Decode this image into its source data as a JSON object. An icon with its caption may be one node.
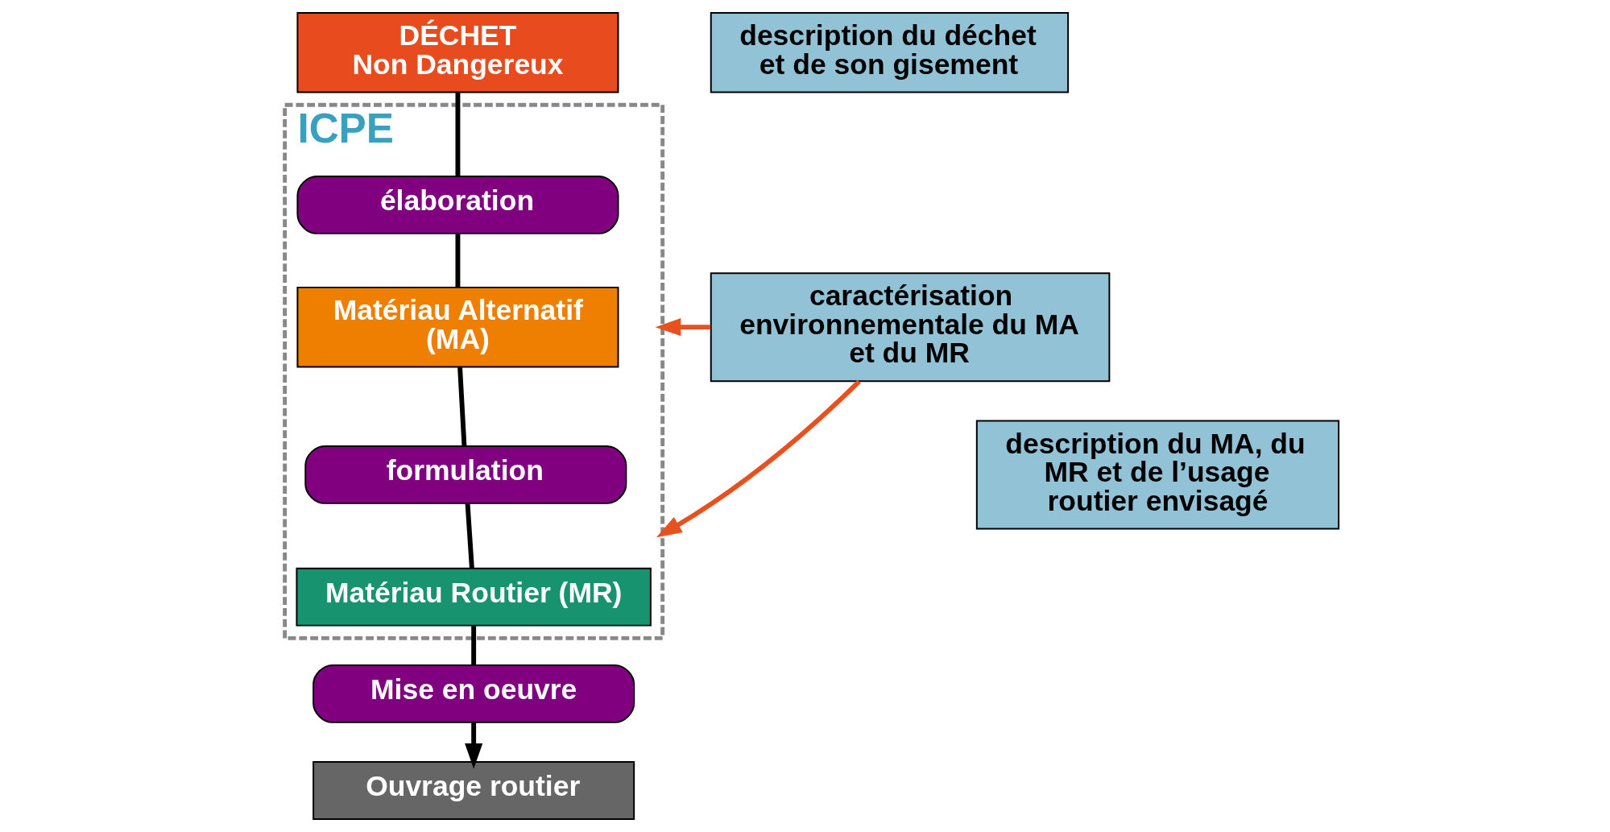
{
  "diagram": {
    "nodes": [
      {
        "text": [
          "DÉCHET",
          "Non Dangereux"
        ]
      },
      {
        "text": [
          "ICPE"
        ]
      },
      {
        "text": [
          "élaboration"
        ],
        "in": 1
      },
      {
        "text": [
          "Matériau Alternatif (MA)"
        ],
        "in": 1
      },
      {
        "text": [
          "formulation"
        ],
        "in": 1
      },
      {
        "text": [
          "Matériau Routier (MR)"
        ],
        "in": 1
      },
      {
        "text": [
          "Mise en oeuvre"
        ]
      },
      {
        "text": [
          "Ouvrage routier"
        ]
      },
      {
        "text": [
          "caractérisation environnementale du MA et du MR"
        ]
      },
      {
        "text": [
          "description du déchet et de son gisement"
        ]
      },
      {
        "text": [
          "description du MA, du MR et de l’usage routier envisagé"
        ]
      }
    ],
    "edges": [
      {
        "from": 0,
        "to": 2,
        "arrow": "none"
      },
      {
        "from": 2,
        "to": 3,
        "arrow": "none"
      },
      {
        "from": 3,
        "to": 4,
        "arrow": "none"
      },
      {
        "from": 4,
        "to": 5,
        "arrow": "none"
      },
      {
        "from": 5,
        "to": 6,
        "arrow": "none"
      },
      {
        "from": 6,
        "to": 7,
        "arrow": "to"
      },
      {
        "from": 8,
        "to": 1,
        "arrow": "to",
        "color": "#e8501e"
      },
      {
        "from": 8,
        "to": 1,
        "arrow": "to",
        "color": "#e8501e"
      }
    ]
  }
}
